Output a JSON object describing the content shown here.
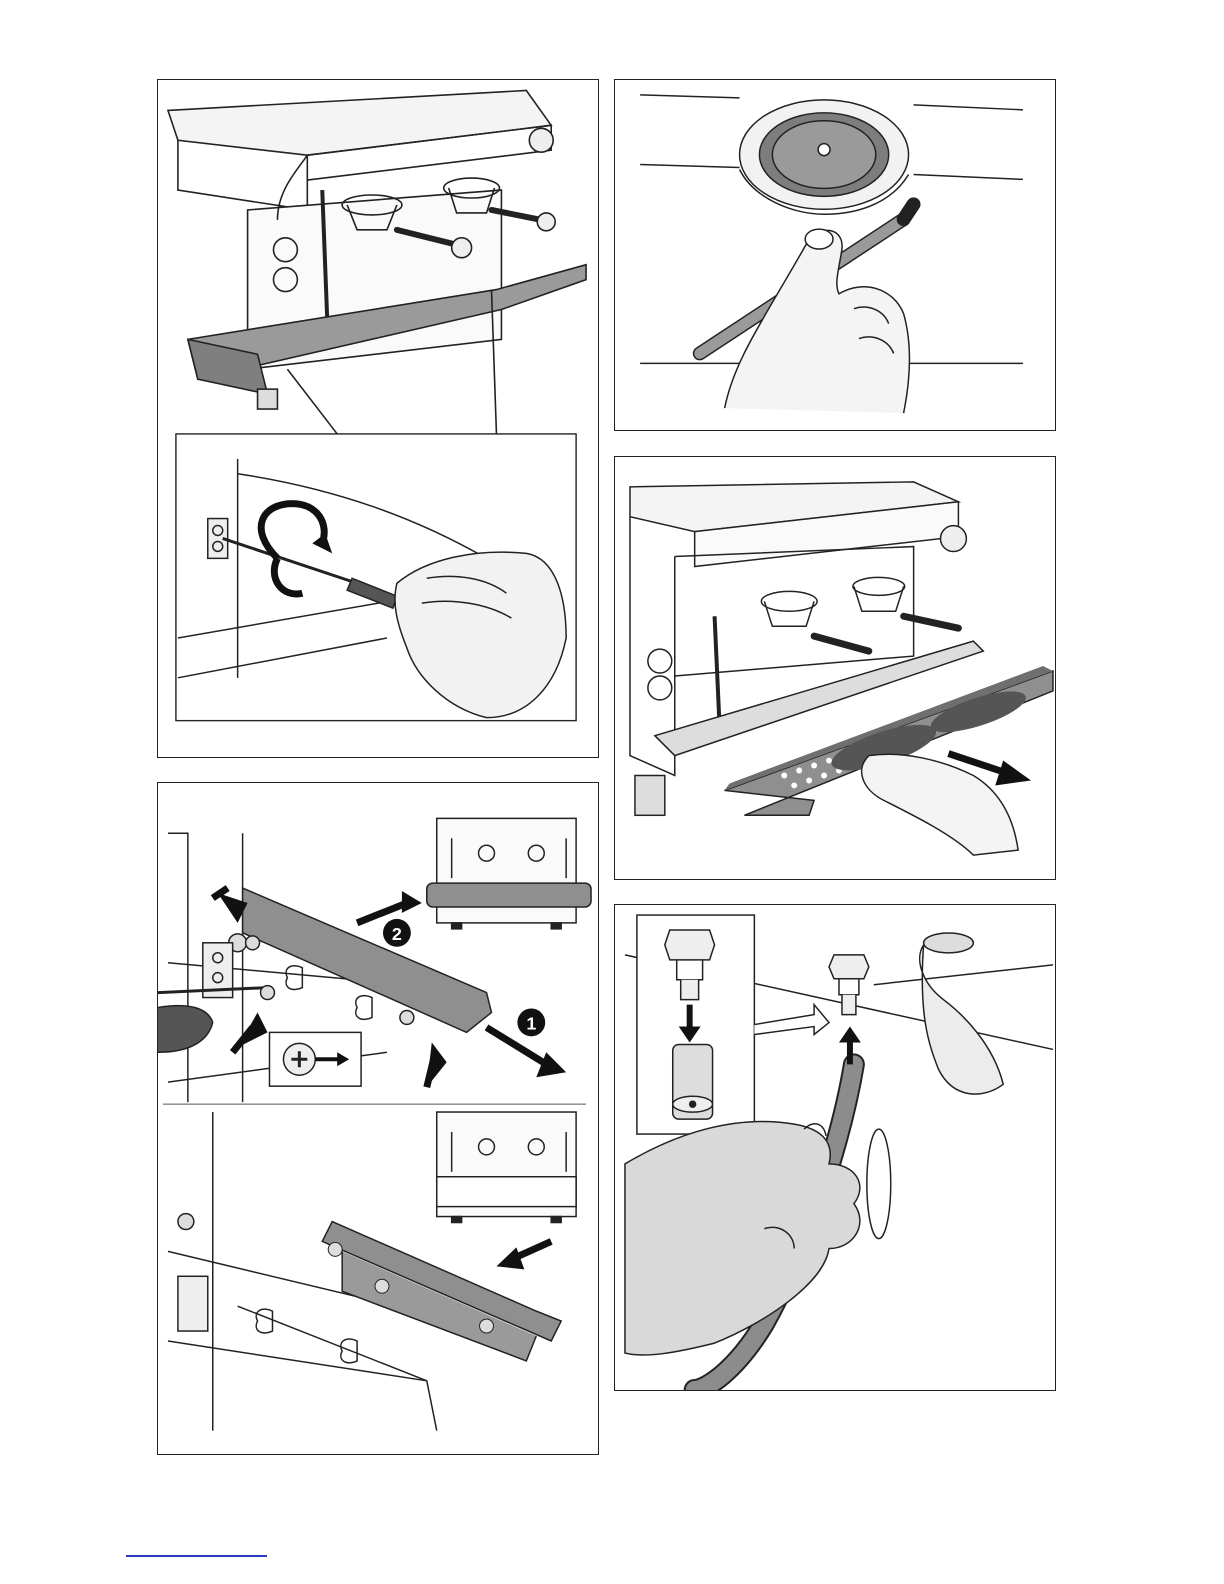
{
  "figures": [
    {
      "id": "fig-1",
      "subject": "drip-tray-screw-removal",
      "icons": [
        "screwdriver-icon",
        "rotation-arrow-icon",
        "hand-icon"
      ]
    },
    {
      "id": "fig-2",
      "subject": "filter-holder-cleaning",
      "icons": [
        "filter-holder-icon",
        "hand-icon"
      ]
    },
    {
      "id": "fig-3",
      "subject": "drip-grid-removal",
      "icons": [
        "grid-icon",
        "hand-icon",
        "pull-arrow-icon"
      ]
    },
    {
      "id": "fig-4",
      "subject": "drip-tray-refit",
      "icons": [
        "arrow-icon",
        "screw-head-icon",
        "machine-icon"
      ]
    },
    {
      "id": "fig-5",
      "subject": "drain-hose-connection",
      "icons": [
        "hose-icon",
        "nozzle-icon",
        "hand-icon"
      ]
    }
  ],
  "step_labels": {
    "step_one": "1",
    "step_two": "2"
  },
  "colors": {
    "line": "#222222",
    "shade": "#8c8c8c",
    "light_shade": "#d9d9d9",
    "footer_link": "#2a3fbf"
  }
}
